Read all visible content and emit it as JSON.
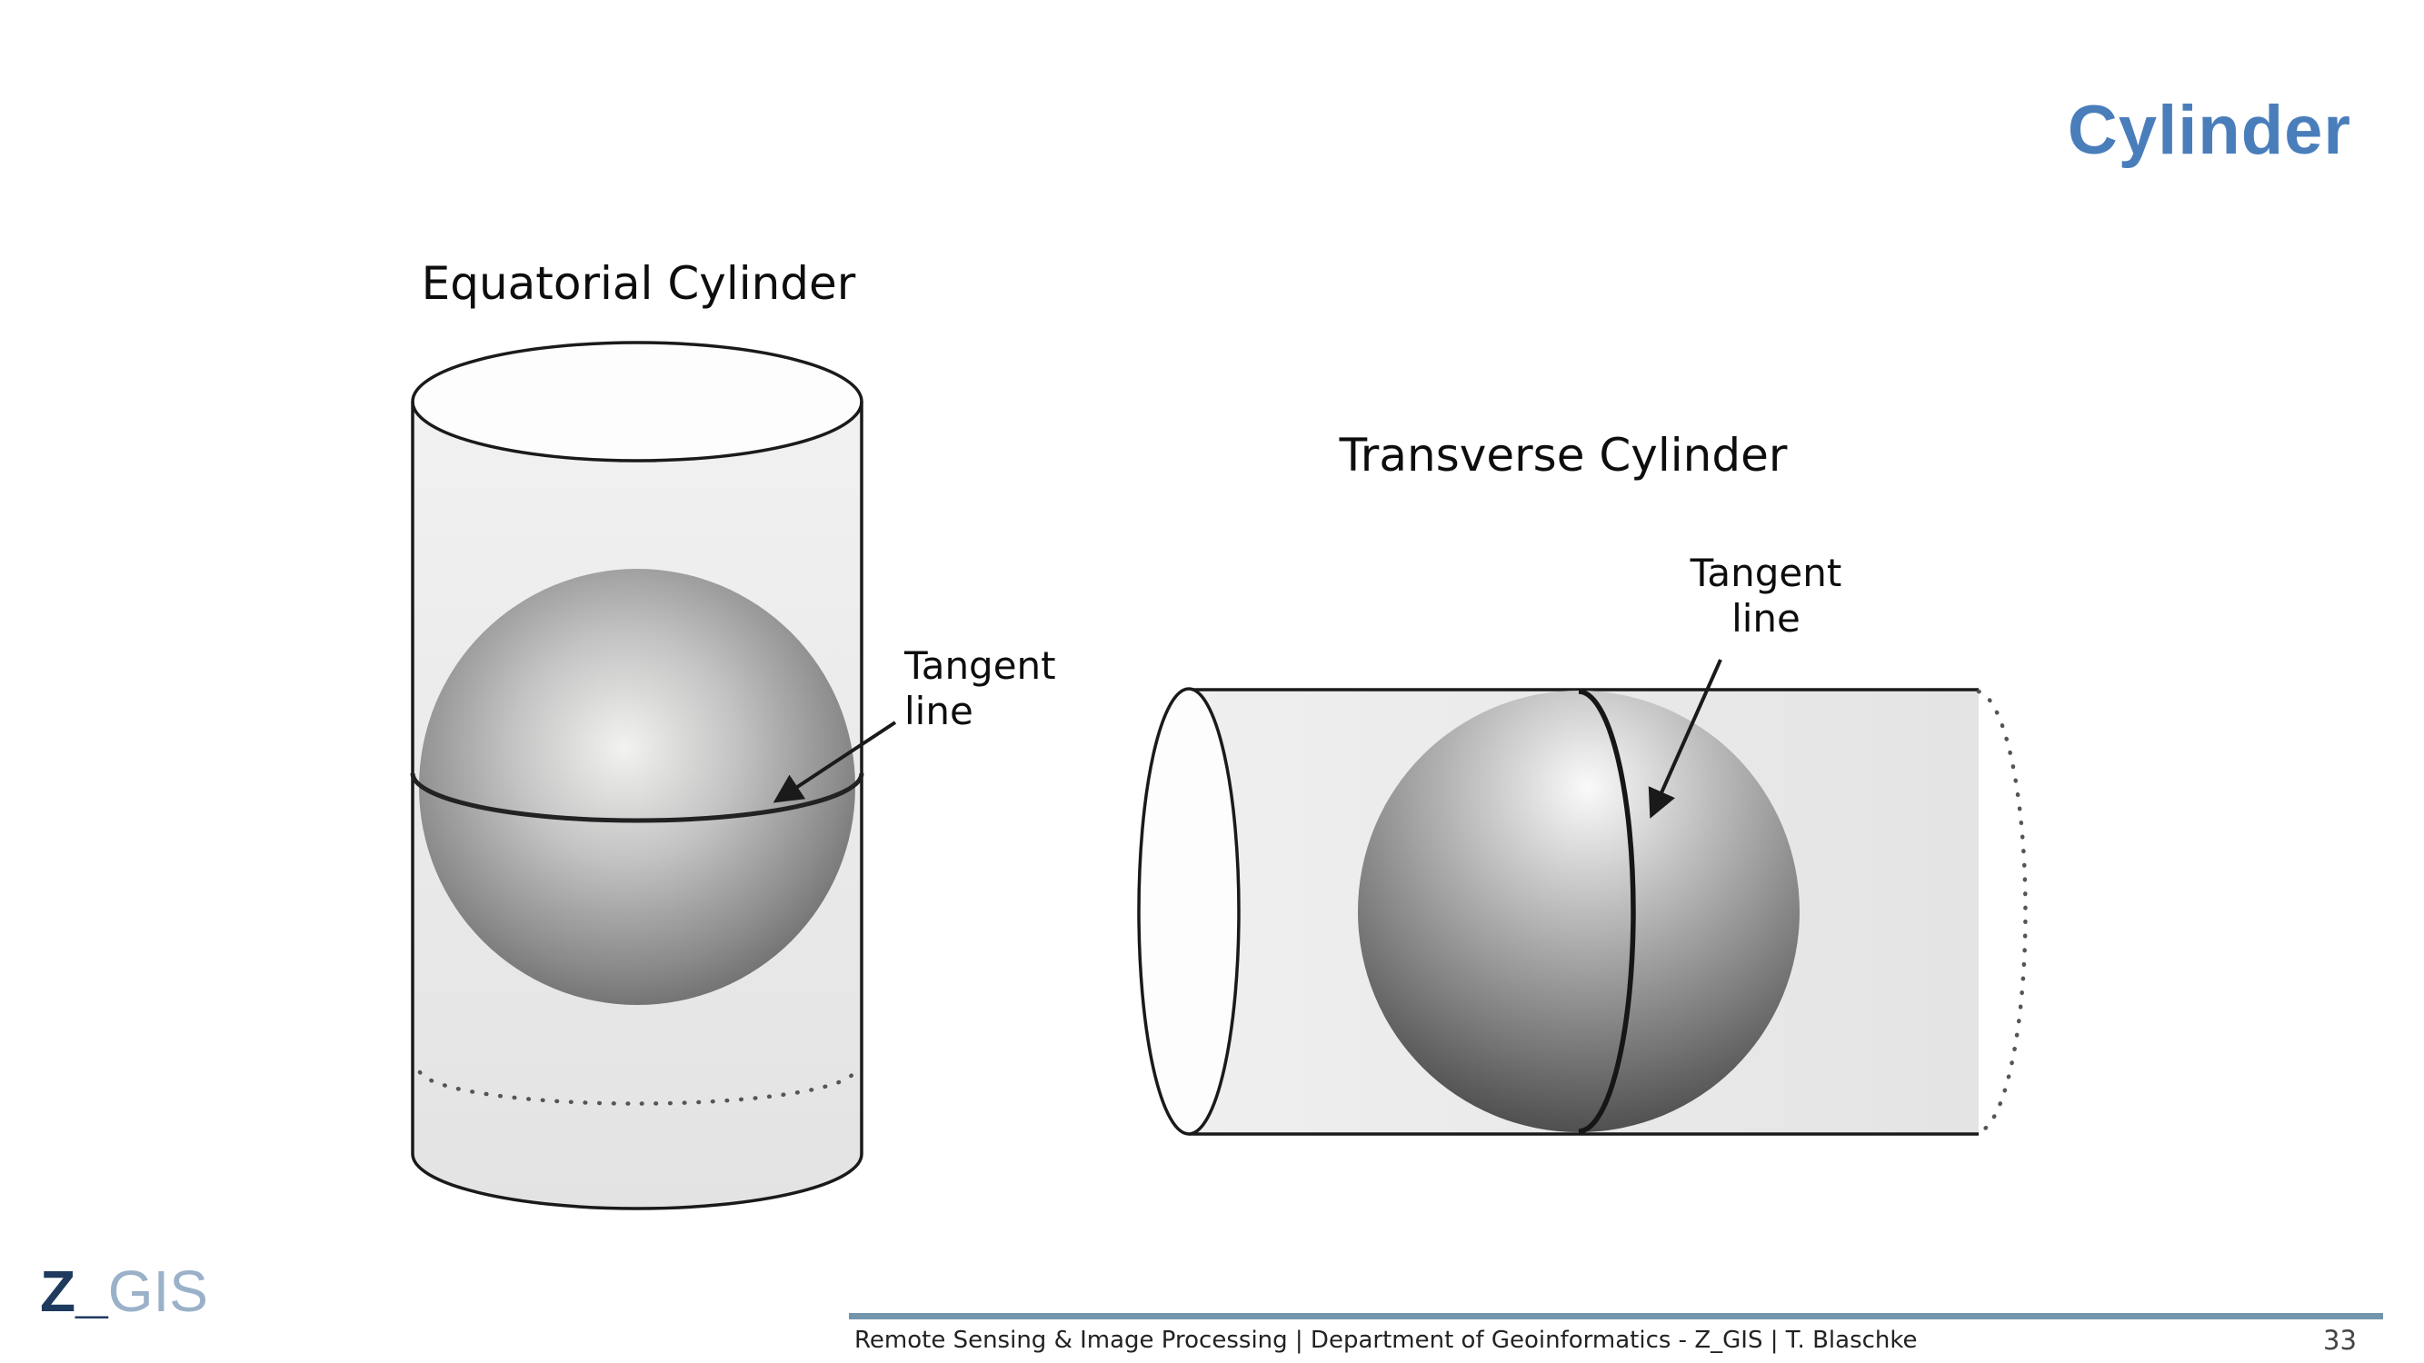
{
  "slide": {
    "title": "Cylinder",
    "page_number": "33",
    "footer": "Remote Sensing & Image Processing | Department of Geoinformatics - Z_GIS | T. Blaschke"
  },
  "logo": {
    "z": "Z",
    "separator": "_",
    "gis": "GIS"
  },
  "diagrams": {
    "equatorial": {
      "title": "Equatorial Cylinder",
      "tangent": {
        "line1": "Tangent",
        "line2": "line"
      }
    },
    "transverse": {
      "title": "Transverse Cylinder",
      "tangent": {
        "line1": "Tangent",
        "line2": "line"
      }
    }
  },
  "colors": {
    "title": "#4A7EBB",
    "rule": "#7295AC",
    "logoZ": "#1F3A5F",
    "logoGIS": "#9AB1C9"
  }
}
